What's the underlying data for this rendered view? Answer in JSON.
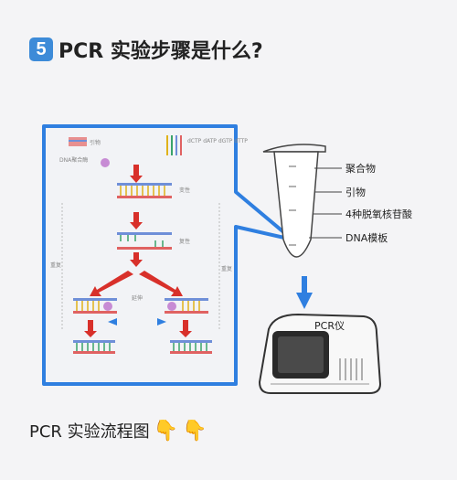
{
  "header": {
    "badge": "5",
    "title": "PCR 实验步骤是什么?"
  },
  "tube_labels": [
    "聚合物",
    "引物",
    "4种脱氧核苷酸",
    "DNA模板"
  ],
  "machine_label": "PCR仪",
  "caption": {
    "text": "PCR 实验流程图",
    "icons": [
      "pointing-hand-icon",
      "pointing-hand-icon"
    ]
  },
  "flow_labels": {
    "materials": "dCTP dATP dGTP dTTP",
    "denature": "变性",
    "anneal": "复性",
    "extend": "延伸",
    "side_left": "重复",
    "side_right": "重复"
  },
  "colors": {
    "frame": "#2f7fe0",
    "arrow": "#d8302a",
    "blue_arrow": "#2f7fe0"
  }
}
